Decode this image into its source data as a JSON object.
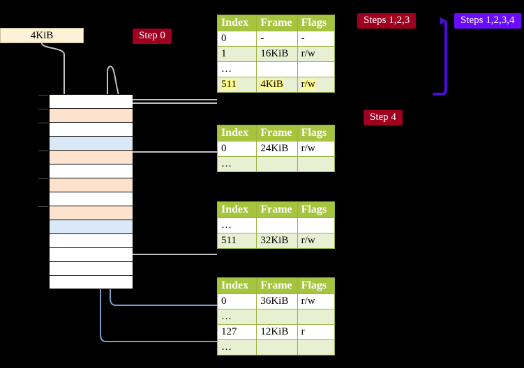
{
  "labels": {
    "step0": "Step 0",
    "steps123": "Steps 1,2,3",
    "steps1234": "Steps 1,2,3,4",
    "step4": "Step 4",
    "frame_size": "4KiB"
  },
  "colors": {
    "badge_red": "#a00020",
    "badge_purple": "#6a0dff",
    "table_header": "#a6c53f",
    "table_alt_row": "#e9efd3",
    "highlight": "#fffa8a",
    "mem_peach": "#fde3cd",
    "mem_blue": "#dbe8f7",
    "connector_gray": "#b3b3b3",
    "connector_blue": "#7b9ec9",
    "kib_box_bg": "#fdf2d8"
  },
  "tables": [
    {
      "name": "level4-page-table",
      "columns": [
        "Index",
        "Frame",
        "Flags"
      ],
      "rows": [
        {
          "index": "0",
          "frame": "-",
          "flags": "-",
          "style": "plain"
        },
        {
          "index": "1",
          "frame": "16KiB",
          "flags": "r/w",
          "style": "alt"
        },
        {
          "index": "…",
          "frame": "",
          "flags": "",
          "style": "plain"
        },
        {
          "index": "511",
          "frame": "4KiB",
          "flags": "r/w",
          "style": "hl"
        }
      ]
    },
    {
      "name": "level3-page-table",
      "columns": [
        "Index",
        "Frame",
        "Flags"
      ],
      "rows": [
        {
          "index": "0",
          "frame": "24KiB",
          "flags": "r/w",
          "style": "plain"
        },
        {
          "index": "…",
          "frame": "",
          "flags": "",
          "style": "alt"
        }
      ]
    },
    {
      "name": "level2-page-table",
      "columns": [
        "Index",
        "Frame",
        "Flags"
      ],
      "rows": [
        {
          "index": "…",
          "frame": "",
          "flags": "",
          "style": "plain"
        },
        {
          "index": "511",
          "frame": "32KiB",
          "flags": "r/w",
          "style": "alt"
        }
      ]
    },
    {
      "name": "level1-page-table",
      "columns": [
        "Index",
        "Frame",
        "Flags"
      ],
      "rows": [
        {
          "index": "0",
          "frame": "36KiB",
          "flags": "r/w",
          "style": "plain"
        },
        {
          "index": "…",
          "frame": "",
          "flags": "",
          "style": "alt"
        },
        {
          "index": "127",
          "frame": "12KiB",
          "flags": "r",
          "style": "plain"
        },
        {
          "index": "…",
          "frame": "",
          "flags": "",
          "style": "alt"
        }
      ]
    }
  ],
  "memory_rows": [
    {
      "fill": "plain",
      "tick": true
    },
    {
      "fill": "peach",
      "tick": true
    },
    {
      "fill": "plain",
      "tick": true
    },
    {
      "fill": "blue",
      "tick": false
    },
    {
      "fill": "peach",
      "tick": true
    },
    {
      "fill": "plain",
      "tick": false
    },
    {
      "fill": "peach",
      "tick": true
    },
    {
      "fill": "plain",
      "tick": false
    },
    {
      "fill": "peach",
      "tick": true
    },
    {
      "fill": "blue",
      "tick": false
    },
    {
      "fill": "plain",
      "tick": false
    },
    {
      "fill": "plain",
      "tick": false
    },
    {
      "fill": "plain",
      "tick": false
    },
    {
      "fill": "plain",
      "tick": false
    }
  ]
}
